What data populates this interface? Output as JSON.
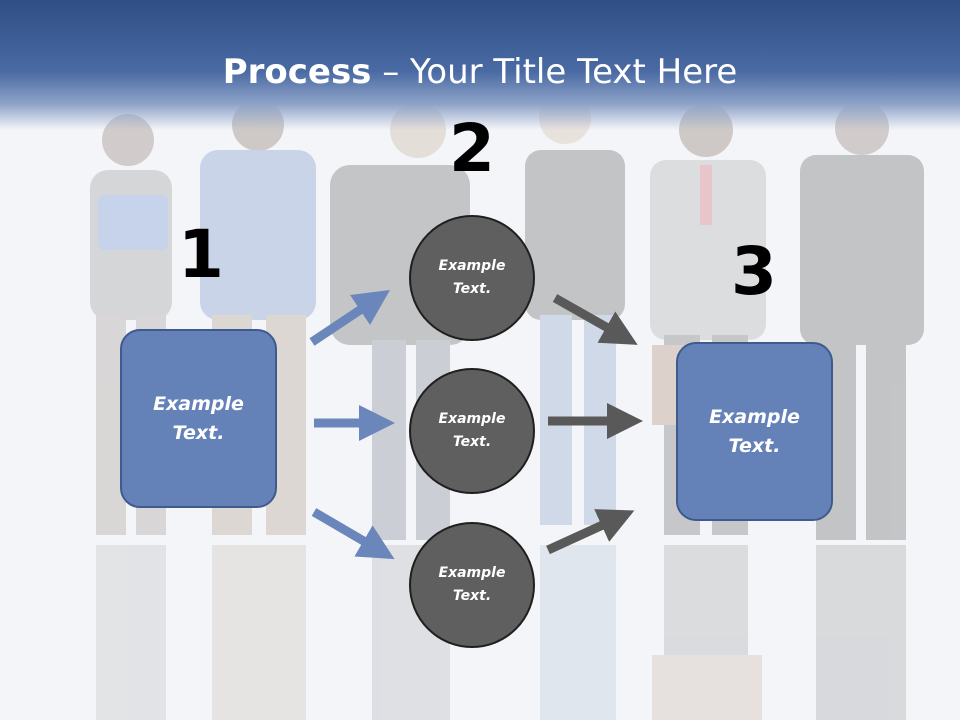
{
  "title": {
    "bold": "Process",
    "rest": " – Your Title Text Here"
  },
  "steps": {
    "one": "1",
    "two": "2",
    "three": "3"
  },
  "left_box": {
    "text": "Example Text."
  },
  "circles": [
    {
      "text": "Example Text."
    },
    {
      "text": "Example Text."
    },
    {
      "text": "Example Text."
    }
  ],
  "right_box": {
    "text": "Example Text."
  },
  "colors": {
    "title_bar": "#2f4e86",
    "box_fill": "#6582b8",
    "circle_fill": "#5f5f5f",
    "blue_arrow": "#6a86bb",
    "gray_arrow": "#595959"
  }
}
